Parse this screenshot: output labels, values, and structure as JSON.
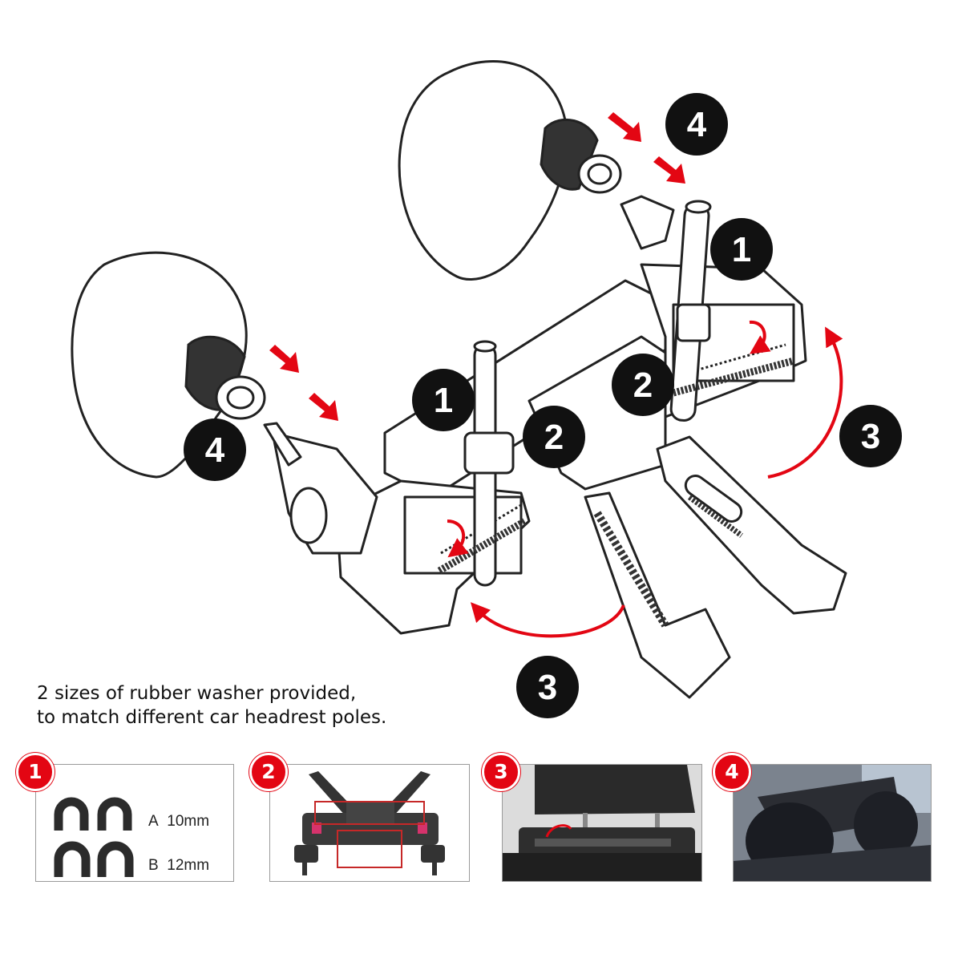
{
  "caption": {
    "line1": "2 sizes of rubber washer provided,",
    "line2": "to match different car headrest poles."
  },
  "diagram_steps": {
    "step1": "1",
    "step2": "2",
    "step3": "3",
    "step4": "4"
  },
  "panels": [
    {
      "number": "1"
    },
    {
      "number": "2"
    },
    {
      "number": "3"
    },
    {
      "number": "4"
    }
  ],
  "washers": [
    {
      "letter": "A",
      "size": "10mm"
    },
    {
      "letter": "B",
      "size": "12mm"
    }
  ],
  "colors": {
    "accent_red": "#e30613",
    "badge_black": "#111111",
    "line": "#222222"
  }
}
